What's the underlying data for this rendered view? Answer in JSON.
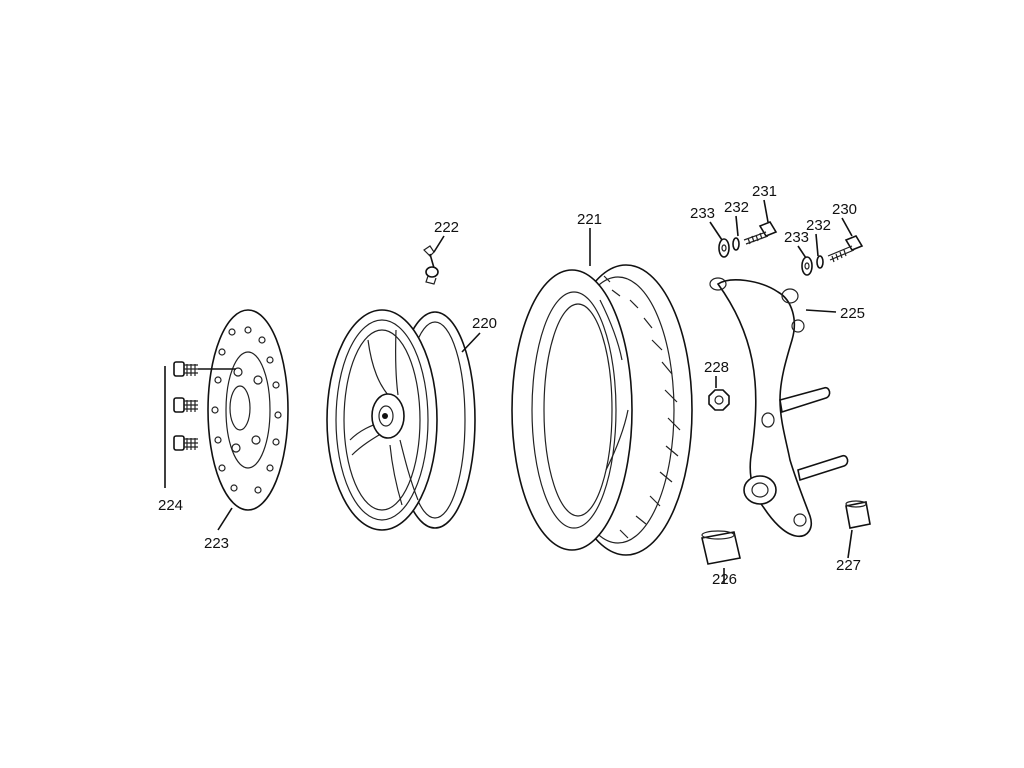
{
  "parts": [
    {
      "id": "p220",
      "number": "220"
    },
    {
      "id": "p221",
      "number": "221"
    },
    {
      "id": "p222",
      "number": "222"
    },
    {
      "id": "p223",
      "number": "223"
    },
    {
      "id": "p224",
      "number": "224"
    },
    {
      "id": "p225",
      "number": "225"
    },
    {
      "id": "p226",
      "number": "226"
    },
    {
      "id": "p227",
      "number": "227"
    },
    {
      "id": "p228",
      "number": "228"
    },
    {
      "id": "p230",
      "number": "230"
    },
    {
      "id": "p231",
      "number": "231"
    },
    {
      "id": "p232a",
      "number": "232"
    },
    {
      "id": "p232b",
      "number": "232"
    },
    {
      "id": "p233a",
      "number": "233"
    },
    {
      "id": "p233b",
      "number": "233"
    }
  ]
}
